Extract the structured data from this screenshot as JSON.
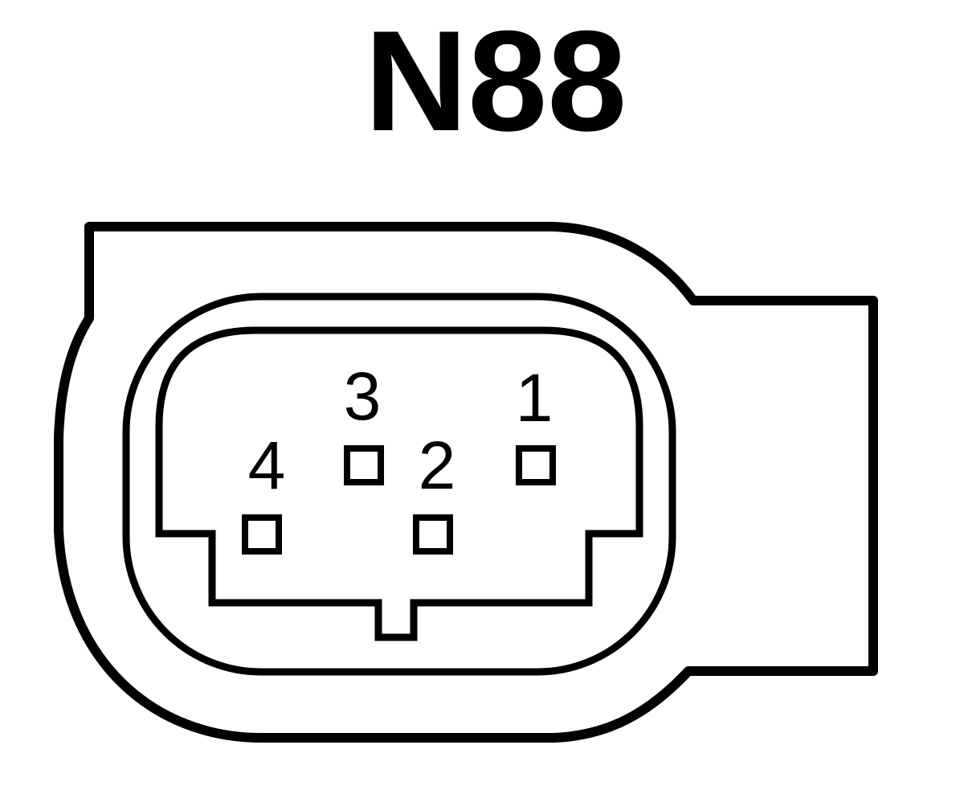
{
  "connector": {
    "title": "N88",
    "line_color": "#000000",
    "background": "#ffffff",
    "pins": [
      {
        "id": "pin-1",
        "label": "1"
      },
      {
        "id": "pin-2",
        "label": "2"
      },
      {
        "id": "pin-3",
        "label": "3"
      },
      {
        "id": "pin-4",
        "label": "4"
      }
    ]
  }
}
